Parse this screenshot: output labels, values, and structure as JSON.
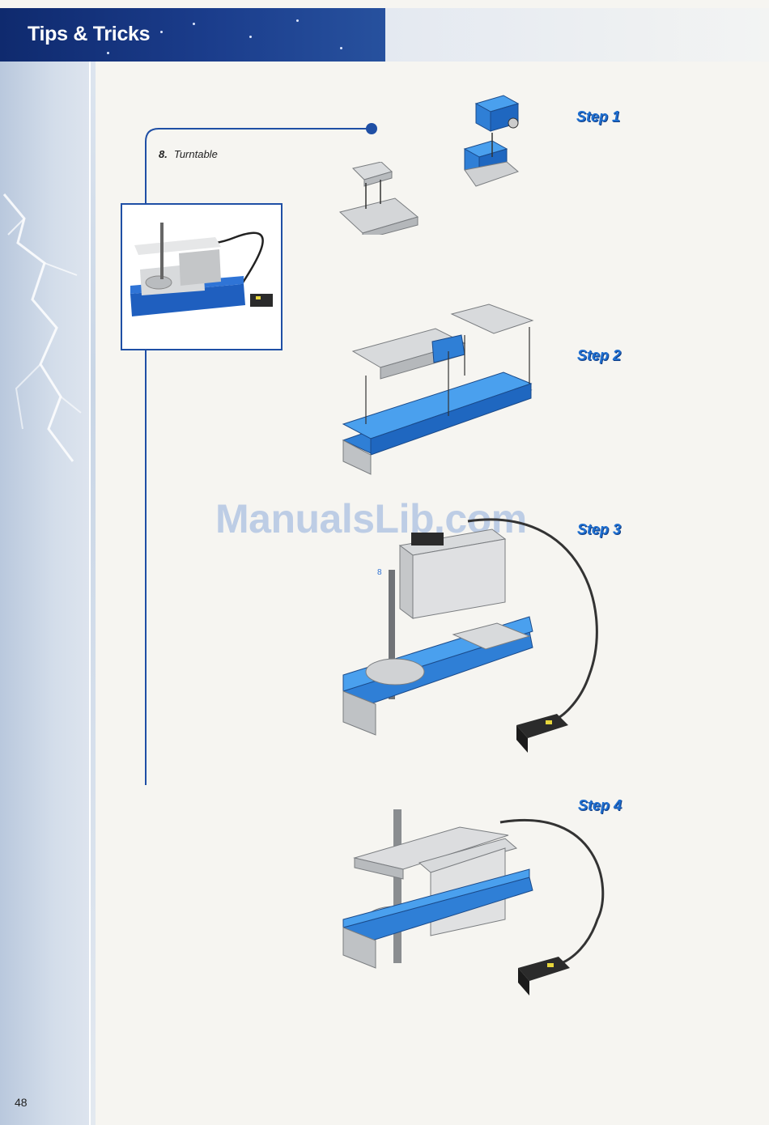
{
  "header": {
    "title": "Tips & Tricks"
  },
  "item": {
    "number": "8.",
    "title": "Turntable"
  },
  "steps": [
    {
      "label": "Step 1"
    },
    {
      "label": "Step 2"
    },
    {
      "label": "Step 3"
    },
    {
      "label": "Step 4"
    }
  ],
  "callout": {
    "part_number": "8"
  },
  "watermark": {
    "text": "ManualsLib.com"
  },
  "footer": {
    "page_number": "48"
  },
  "colors": {
    "brand_blue": "#1f6fd0",
    "header_navy": "#0f2a6e",
    "brick_gray": "#c9ccce"
  }
}
